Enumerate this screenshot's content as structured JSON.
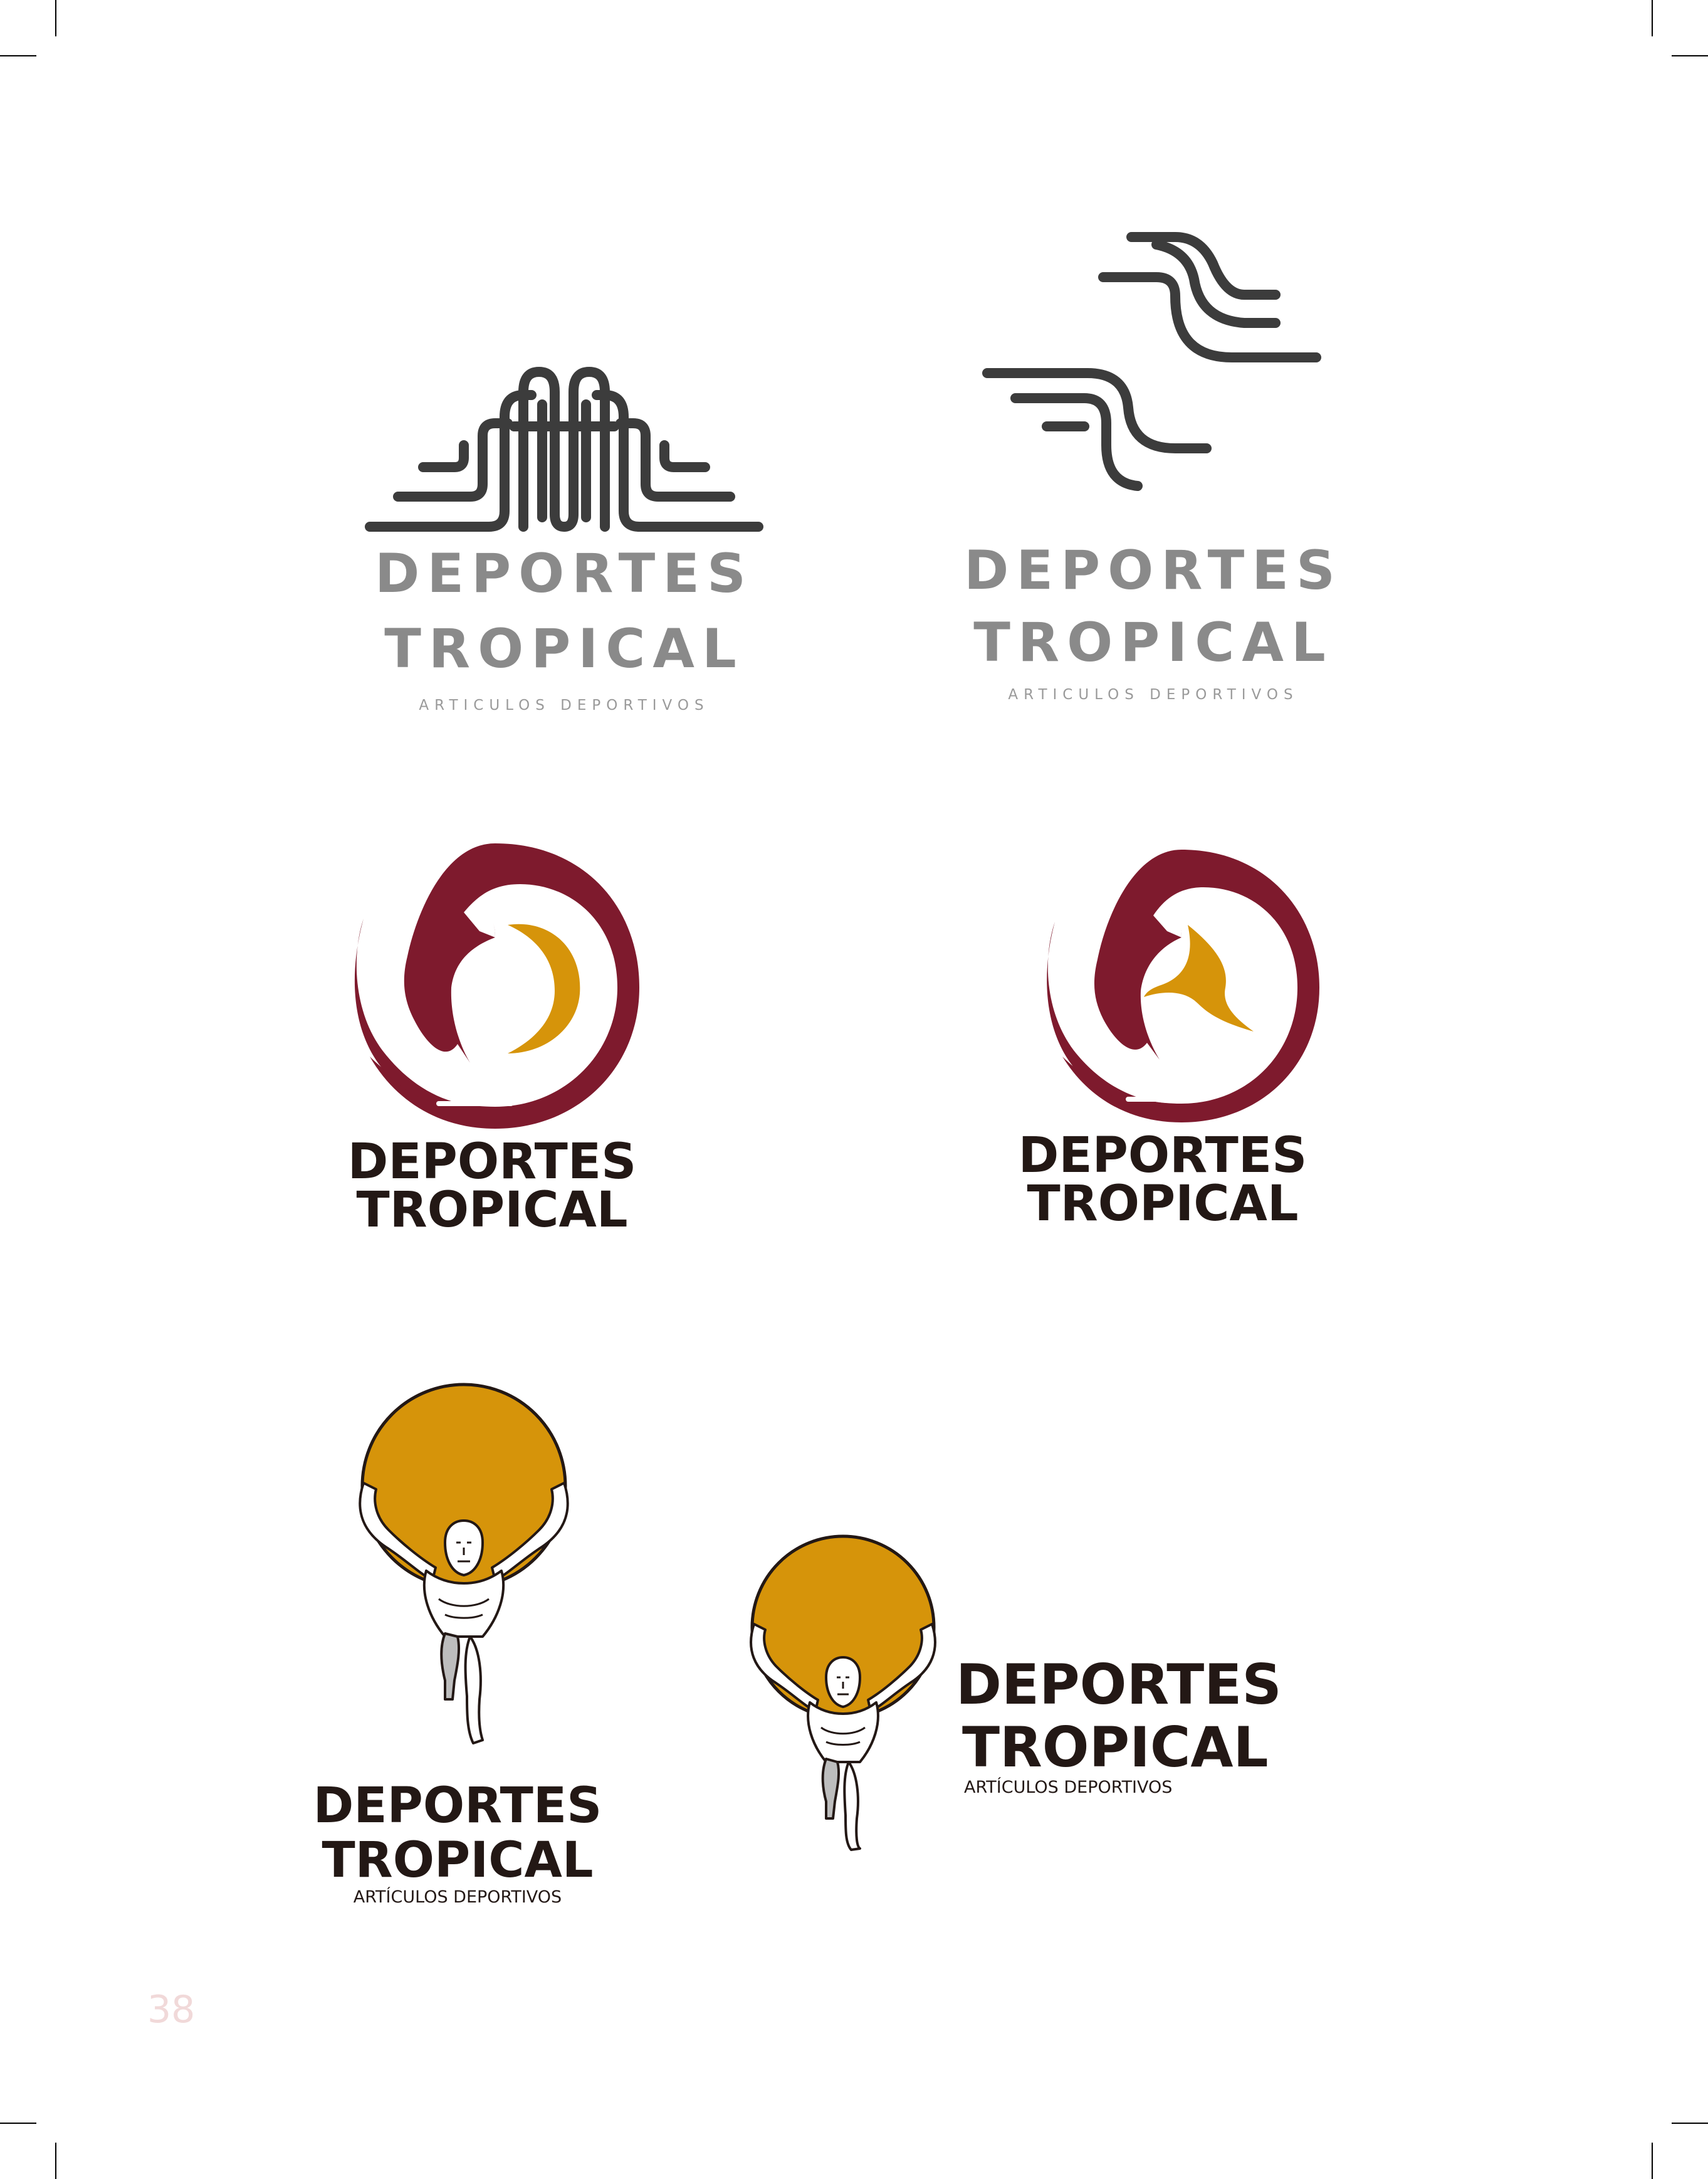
{
  "page": {
    "page_number": "38"
  },
  "logos": [
    {
      "id": "logo-1",
      "line1": "DEPORTES",
      "line2": "TROPICAL",
      "tagline": "ARTICULOS DEPORTIVOS"
    },
    {
      "id": "logo-2",
      "line1": "DEPORTES",
      "line2": "TROPICAL",
      "tagline": "ARTICULOS DEPORTIVOS"
    },
    {
      "id": "logo-3",
      "line1": "DEPORTES",
      "line2": "TROPICAL"
    },
    {
      "id": "logo-4",
      "line1": "DEPORTES",
      "line2": "TROPICAL"
    },
    {
      "id": "logo-5",
      "line1": "DEPORTES",
      "line2": "TROPICAL",
      "tagline": "ARTÍCULOS DEPORTIVOS"
    },
    {
      "id": "logo-6",
      "line1": "DEPORTES",
      "line2": "TROPICAL",
      "tagline": "ARTÍCULOS DEPORTIVOS"
    }
  ],
  "colors": {
    "dark_gray": "#3c3c3c",
    "text_gray": "#8a8a8a",
    "maroon": "#7e1a2d",
    "gold": "#d6940a",
    "ink": "#231815"
  }
}
